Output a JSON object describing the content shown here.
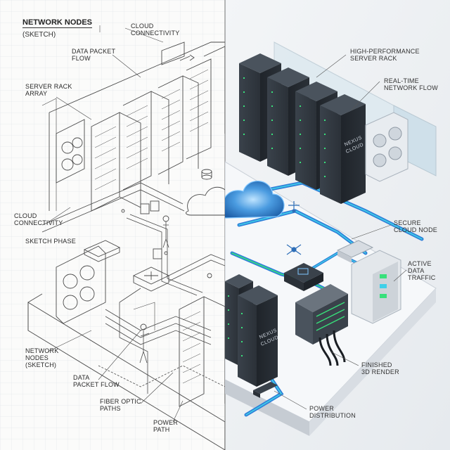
{
  "title": "NETWORK NODES",
  "subtitle": "(SKETCH)",
  "labels": {
    "cloud_connectivity_top": "CLOUD\nCONNECTIVITY",
    "data_packet_flow_top": "DATA PACKET\nFLOW",
    "server_rack_array": "SERVER RACK\nARRAY",
    "cloud_connectivity_left": "CLOUD\nCONNECTIVITY",
    "sketch_phase": "SKETCH PHASE",
    "network_nodes_sketch": "NETWORK\nNODES\n(SKETCH)",
    "data_packet_flow_bottom": "DATA\nPACKET FLOW",
    "fiber_optic_paths": "FIBER OPTIC\nPATHS",
    "power_path": "POWER\nPATH",
    "high_performance_rack": "HIGH-PERFORMANCE\nSERVER RACK",
    "real_time_flow": "REAL-TIME\nNETWORK FLOW",
    "secure_cloud_node": "SECURE\nCLOUD NODE",
    "active_data_traffic": "ACTIVE\nDATA\nTRAFFIC",
    "finished_render": "FINISHED\n3D RENDER",
    "power_distribution": "POWER\nDISTRIBUTION"
  },
  "rack_brand": "NEXUS\nCLOUD",
  "colors": {
    "sketch_line": "#4a4a4a",
    "grid": "#e4e8ec",
    "rack_dark": "#2b3138",
    "rack_face": "#3a424b",
    "led_green": "#38e07b",
    "flow_blue": "#2f7fd8",
    "flow_cyan": "#3fd0e8",
    "floor_render": "#eef1f4"
  },
  "icons": [
    "cloud-icon",
    "router-icon",
    "server-rack-icon",
    "hvac-unit-icon",
    "wifi-icon",
    "network-hub-icon"
  ]
}
